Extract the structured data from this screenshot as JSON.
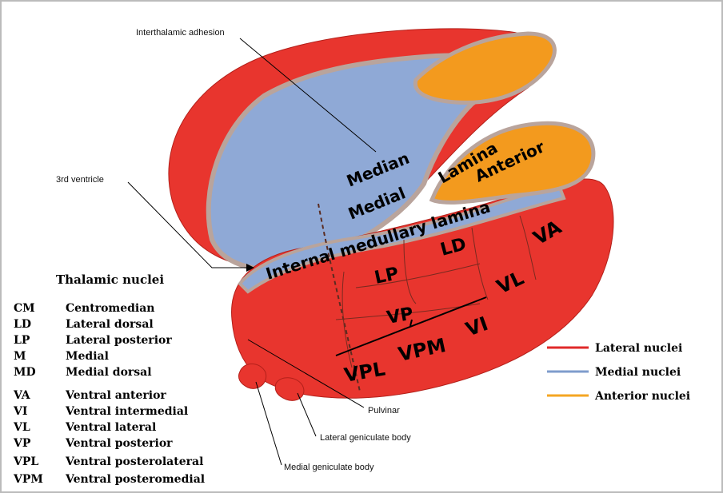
{
  "title": "Thalamic nuclei",
  "callouts": {
    "interthalamic_adhesion": "Interthalamic adhesion",
    "third_ventricle": "3rd ventricle",
    "pulvinar": "Pulvinar",
    "lateral_geniculate": "Lateral geniculate body",
    "medial_geniculate": "Medial geniculate body"
  },
  "regions": {
    "median": "Median",
    "medial": "Medial",
    "lamina": "Lamina",
    "anterior": "Anterior",
    "internal_lamina": "Internal medullary lamina",
    "lp": "LP",
    "ld": "LD",
    "va": "VA",
    "vl": "VL",
    "vp": "VP",
    "vpl": "VPL",
    "vpm": "VPM",
    "vi": "VI"
  },
  "abbreviations": [
    {
      "abbr": "CM",
      "full": "Centromedian"
    },
    {
      "abbr": "LD",
      "full": "Lateral dorsal"
    },
    {
      "abbr": "LP",
      "full": "Lateral posterior"
    },
    {
      "abbr": "M",
      "full": "Medial"
    },
    {
      "abbr": "MD",
      "full": "Medial dorsal"
    },
    {
      "abbr": "VA",
      "full": "Ventral anterior"
    },
    {
      "abbr": "VI",
      "full": "Ventral intermedial"
    },
    {
      "abbr": "VL",
      "full": "Ventral lateral"
    },
    {
      "abbr": "VP",
      "full": "Ventral posterior"
    },
    {
      "abbr": "VPL",
      "full": "Ventral posterolateral"
    },
    {
      "abbr": "VPM",
      "full": "Ventral posteromedial"
    }
  ],
  "legend": [
    {
      "label": "Lateral nuclei",
      "color": "#e02a2a"
    },
    {
      "label": "Medial nuclei",
      "color": "#7f9ccc"
    },
    {
      "label": "Anterior nuclei",
      "color": "#f5a623"
    }
  ],
  "colors": {
    "lateral": "#e8352e",
    "medial": "#8fa9d6",
    "anterior": "#f39a1e",
    "lamina": "#b9a49c"
  }
}
